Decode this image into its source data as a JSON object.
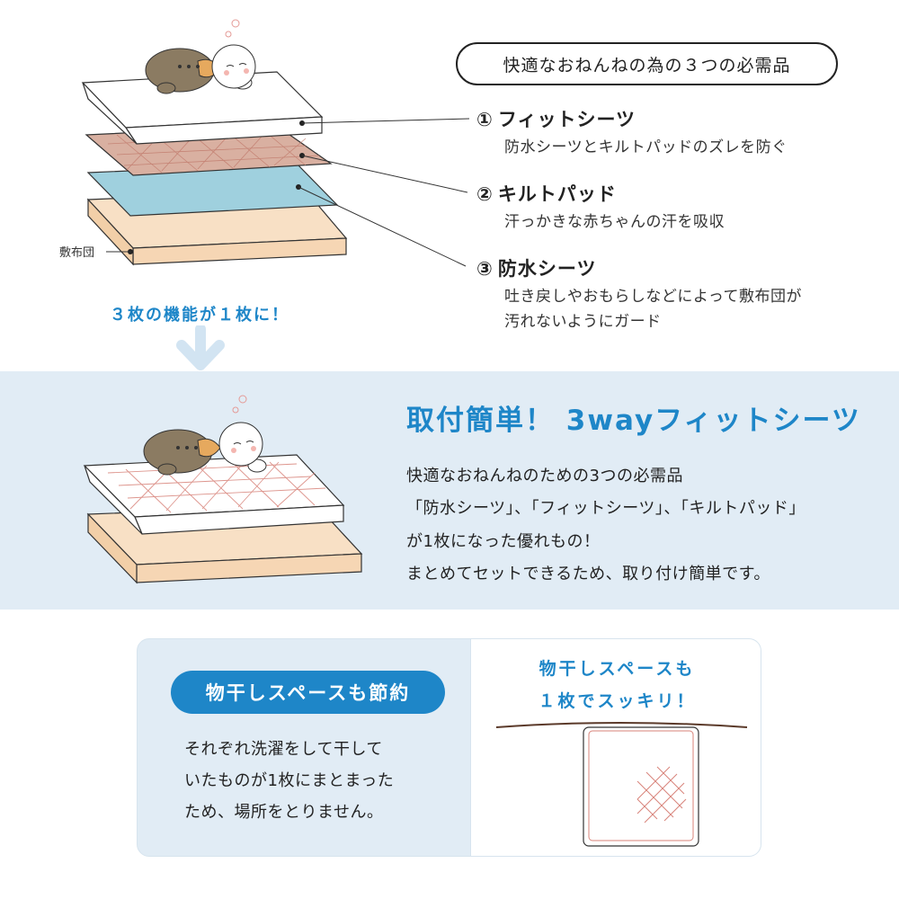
{
  "top": {
    "pill_text": "快適なおねんねの為の３つの必需品",
    "futon_label": "敷布団",
    "function_caption": "３枚の機能が１枚に！",
    "items": [
      {
        "number": "①",
        "title": "フィットシーツ",
        "desc": [
          "防水シーツとキルトパッドのズレを防ぐ"
        ]
      },
      {
        "number": "②",
        "title": "キルトパッド",
        "desc": [
          "汗っかきな赤ちゃんの汗を吸収"
        ]
      },
      {
        "number": "③",
        "title": "防水シーツ",
        "desc": [
          "吐き戻しやおもらしなどによって敷布団が",
          "汚れないようにガード"
        ]
      }
    ]
  },
  "middle": {
    "title": "取付簡単！ 3wayフィットシーツ",
    "lines": [
      "快適なおねんねのための3つの必需品",
      "「防水シーツ」、「フィットシーツ」、「キルトパッド」",
      "が1枚になった優れもの！",
      "まとめてセットできるため、取り付け簡単です。"
    ]
  },
  "bottom": {
    "pill_text": "物干しスペースも節約",
    "lines": [
      "それぞれ洗濯をして干して",
      "いたものが1枚にまとまった",
      "ため、場所をとりません。"
    ],
    "right_caption": [
      "物干しスペースも",
      "１枚でスッキリ！"
    ]
  },
  "colors": {
    "accent": "#1e86c8",
    "band": "#e1ecf5",
    "quilt": "#d9b0a1",
    "waterproof": "#9fd0de",
    "futon": "#f8e0c5",
    "bear": "#8b7b62"
  }
}
